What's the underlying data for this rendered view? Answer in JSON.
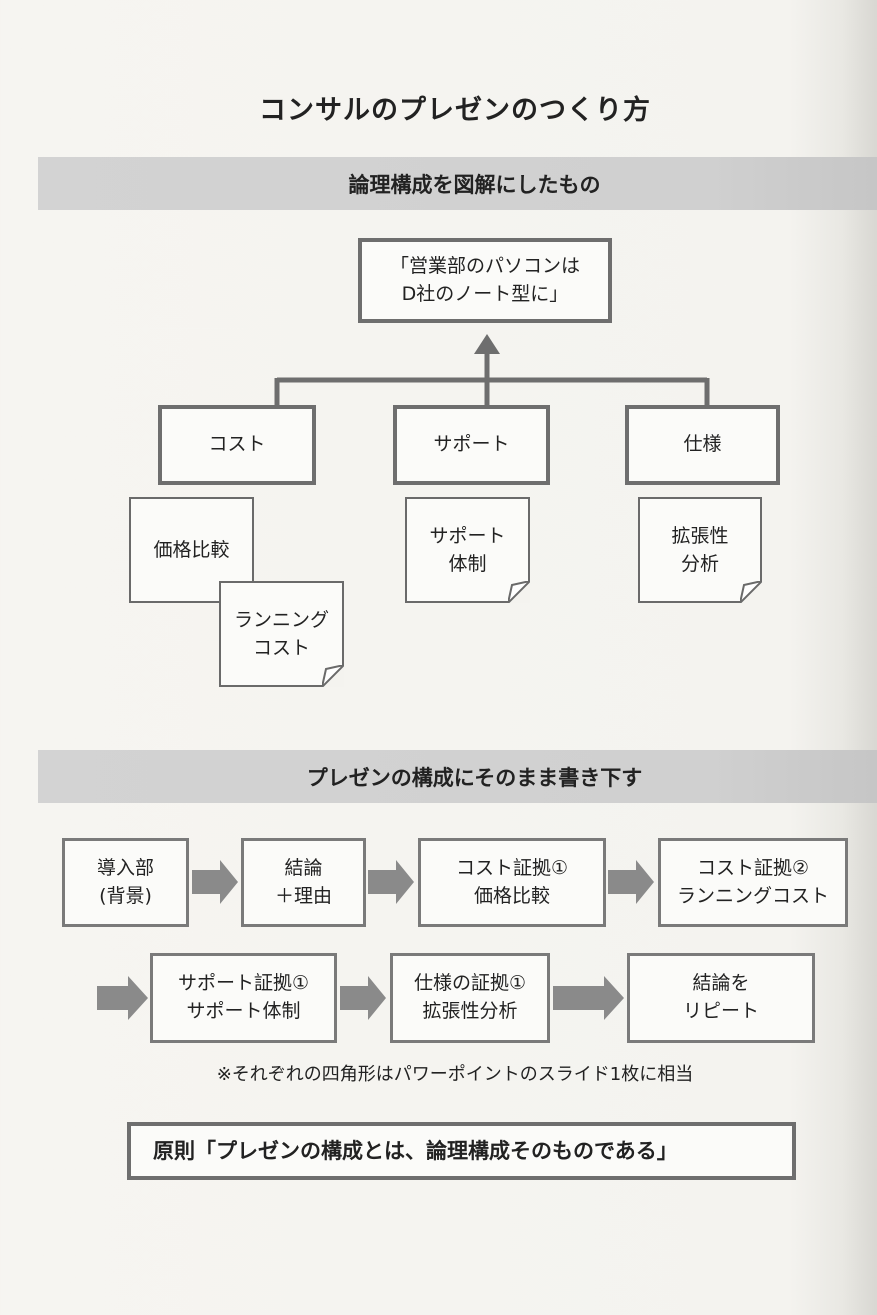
{
  "title": "コンサルのプレゼンのつくり方",
  "section1": {
    "heading": "論理構成を図解にしたもの",
    "conclusion": "「営業部のパソコンは\nD社のノート型に」",
    "pillars": [
      {
        "label": "コスト",
        "notes": [
          "価格比較",
          "ランニング\nコスト"
        ]
      },
      {
        "label": "サポート",
        "notes": [
          "サポート\n体制"
        ]
      },
      {
        "label": "仕様",
        "notes": [
          "拡張性\n分析"
        ]
      }
    ]
  },
  "section2": {
    "heading": "プレゼンの構成にそのまま書き下す",
    "slides": [
      "導入部\n(背景)",
      "結論\n＋理由",
      "コスト証拠①\n価格比較",
      "コスト証拠②\nランニングコスト",
      "サポート証拠①\nサポート体制",
      "仕様の証拠①\n拡張性分析",
      "結論を\nリピート"
    ],
    "footnote": "※それぞれの四角形はパワーポイントのスライド1枚に相当",
    "principle": "原則「プレゼンの構成とは、論理構成そのものである」"
  }
}
